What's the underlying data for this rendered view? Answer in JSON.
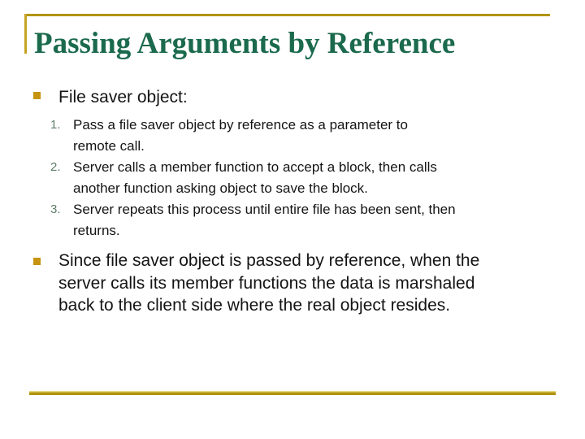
{
  "slide": {
    "title": "Passing Arguments by Reference",
    "section": {
      "label": "File saver object:",
      "items": [
        {
          "number": "1.",
          "lines": [
            "Pass a file saver object by reference as a parameter to",
            "remote call."
          ]
        },
        {
          "number": "2.",
          "lines": [
            "Server calls a member function to accept a block, then calls",
            "another function asking object to save the block."
          ]
        },
        {
          "number": "3.",
          "lines": [
            "Server repeats this process until entire file has been sent, then",
            "returns."
          ]
        }
      ]
    },
    "paragraph": {
      "lines": [
        "Since file saver object is passed by reference, when the",
        "server calls its member functions the data is marshaled",
        "back to the client side where the real object resides."
      ]
    },
    "colors": {
      "accent_gold": "#b3950e",
      "accent_gold_light": "#e5d67a",
      "bullet_gold": "#c6940f",
      "title_green": "#1b6a4d",
      "number_green": "#5e7d68",
      "text_black": "#141414"
    }
  }
}
